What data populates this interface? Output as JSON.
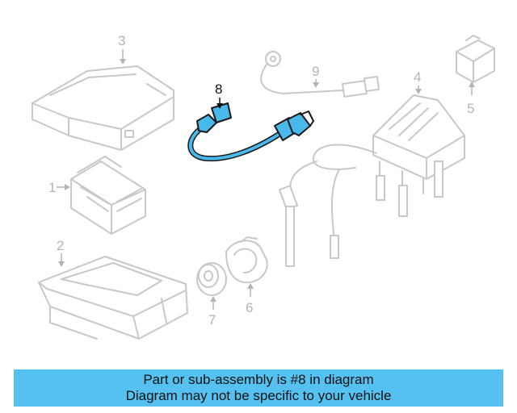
{
  "diagram": {
    "callouts": [
      "1",
      "2",
      "3",
      "4",
      "5",
      "6",
      "7",
      "8",
      "9"
    ],
    "highlighted": "8",
    "highlight_color": "#49b8ea"
  },
  "banner": {
    "line1": "Part or sub-assembly is #8 in diagram",
    "line2": "Diagram may not be specific to your vehicle",
    "background": "#55c1f0"
  }
}
